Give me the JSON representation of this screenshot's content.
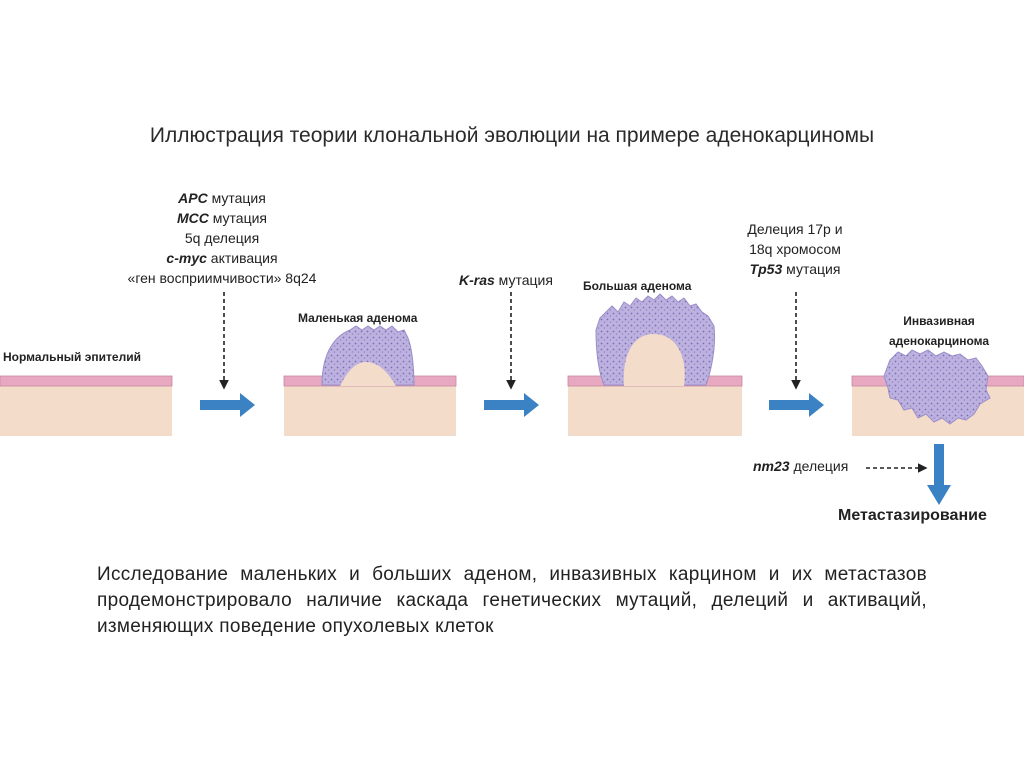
{
  "title": "Иллюстрация теории клональной эволюции на примере аденокарциномы",
  "mutations_1": [
    {
      "gene": "APC",
      "text": " мутация"
    },
    {
      "gene": "MCC",
      "text": " мутация"
    },
    {
      "gene": "",
      "text": "5q делеция"
    },
    {
      "gene": "c-myc",
      "text": " активация"
    },
    {
      "gene": "",
      "text": "«ген восприимчивости» 8q24"
    }
  ],
  "mutations_2": {
    "gene": "K-ras",
    "text": " мутация"
  },
  "mutations_3": {
    "line1": "Делеция 17р и",
    "line2": "18q хромосом",
    "gene": "Tp53",
    "text": " мутация"
  },
  "mutation_4": {
    "gene": "nm23",
    "text": " делеция"
  },
  "stages": {
    "normal": "Нормальный эпителий",
    "small": "Маленькая аденома",
    "large": "Большая аденома",
    "invasive_1": "Инвазивная",
    "invasive_2": "аденокарцинома"
  },
  "metastasis": "Метастазирование",
  "paragraph": "Исследование маленьких и больших аденом, инвазивных карцином и их метастазов продемонстрировало наличие каскада генетических мутаций, делеций и активаций, изменяющих поведение опухолевых клеток",
  "colors": {
    "tissue": "#f3dcc9",
    "epithelium": "#e8a8c0",
    "tumor": "#b4a8d8",
    "tumor_dots": "#8a7cbf",
    "arrow": "#3b82c4"
  }
}
